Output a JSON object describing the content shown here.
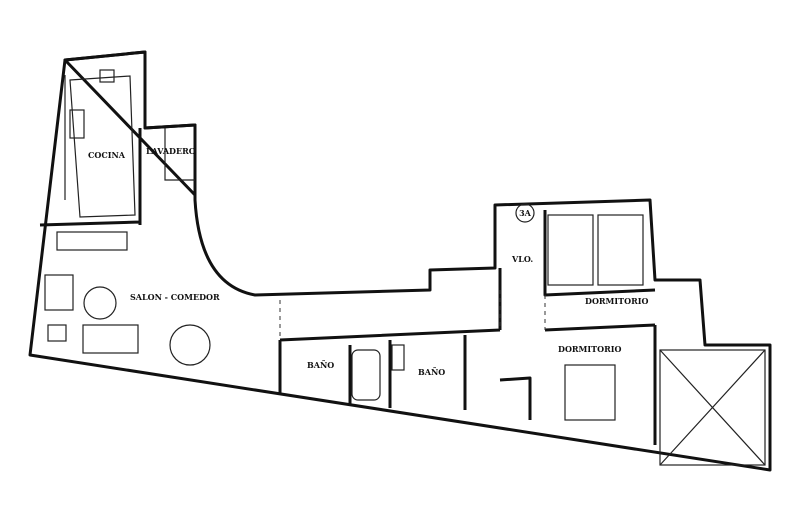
{
  "plan": {
    "unit_badge": "3A",
    "rooms": {
      "cocina": "COCINA",
      "lavadero": "LAVADERO",
      "salon": "SALON - COMEDOR",
      "bano1": "BAÑO",
      "bano2": "BAÑO",
      "vestibulo": "VLO.",
      "dormitorio1": "DORMITORIO",
      "dormitorio2": "DORMITORIO"
    }
  }
}
